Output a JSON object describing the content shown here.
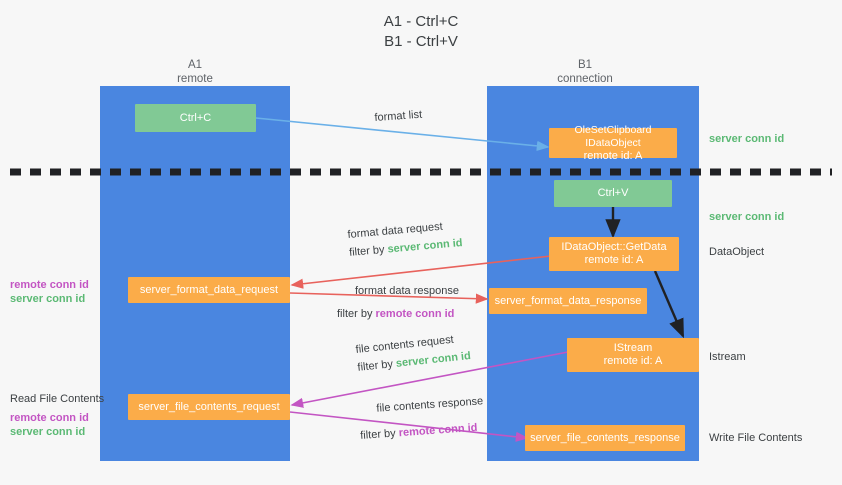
{
  "title": {
    "line1": "A1 - Ctrl+C",
    "line2": "B1 - Ctrl+V"
  },
  "colors": {
    "lane": "#4a86e0",
    "green_box": "#81c995",
    "orange_box": "#fbac49",
    "server_conn": "#5bb974",
    "remote_conn": "#c355c3",
    "red_arrow": "#e8625c",
    "blue_arrow": "#6ab0e8",
    "magenta_arrow": "#c355c3",
    "black_arrow": "#202124",
    "background": "#f7f7f7"
  },
  "lanes": [
    {
      "name": "A1",
      "sub": "remote"
    },
    {
      "name": "B1",
      "sub": "connection"
    }
  ],
  "boxes": {
    "ctrl_c": "Ctrl+C",
    "ctrl_v": "Ctrl+V",
    "set_clipboard_l1": "OleSetClipboard IDataObject",
    "set_clipboard_l2": "remote id: A",
    "getdata_l1": "IDataObject::GetData",
    "getdata_l2": "remote id: A",
    "istream_l1": "IStream",
    "istream_l2": "remote id: A",
    "server_format_data_request": "server_format_data_request",
    "server_format_data_response": "server_format_data_response",
    "server_file_contents_request": "server_file_contents_request",
    "server_file_contents_response": "server_file_contents_response"
  },
  "annotations": {
    "format_list": "format list",
    "format_data_request": "format data request",
    "format_data_response": "format data response",
    "file_contents_request": "file contents request",
    "file_contents_response": "file contents response",
    "filter_by": "filter by",
    "server_conn_id": "server conn id",
    "remote_conn_id": "remote conn id"
  },
  "right_labels": {
    "server_conn_top": "server conn id",
    "server_conn_second": "server conn id",
    "dataobject": "DataObject",
    "istream": "Istream",
    "write_file_contents": "Write File Contents"
  },
  "left_labels": {
    "remote_conn_id": "remote conn id",
    "server_conn_id": "server conn id",
    "read_file_contents": "Read File Contents"
  }
}
